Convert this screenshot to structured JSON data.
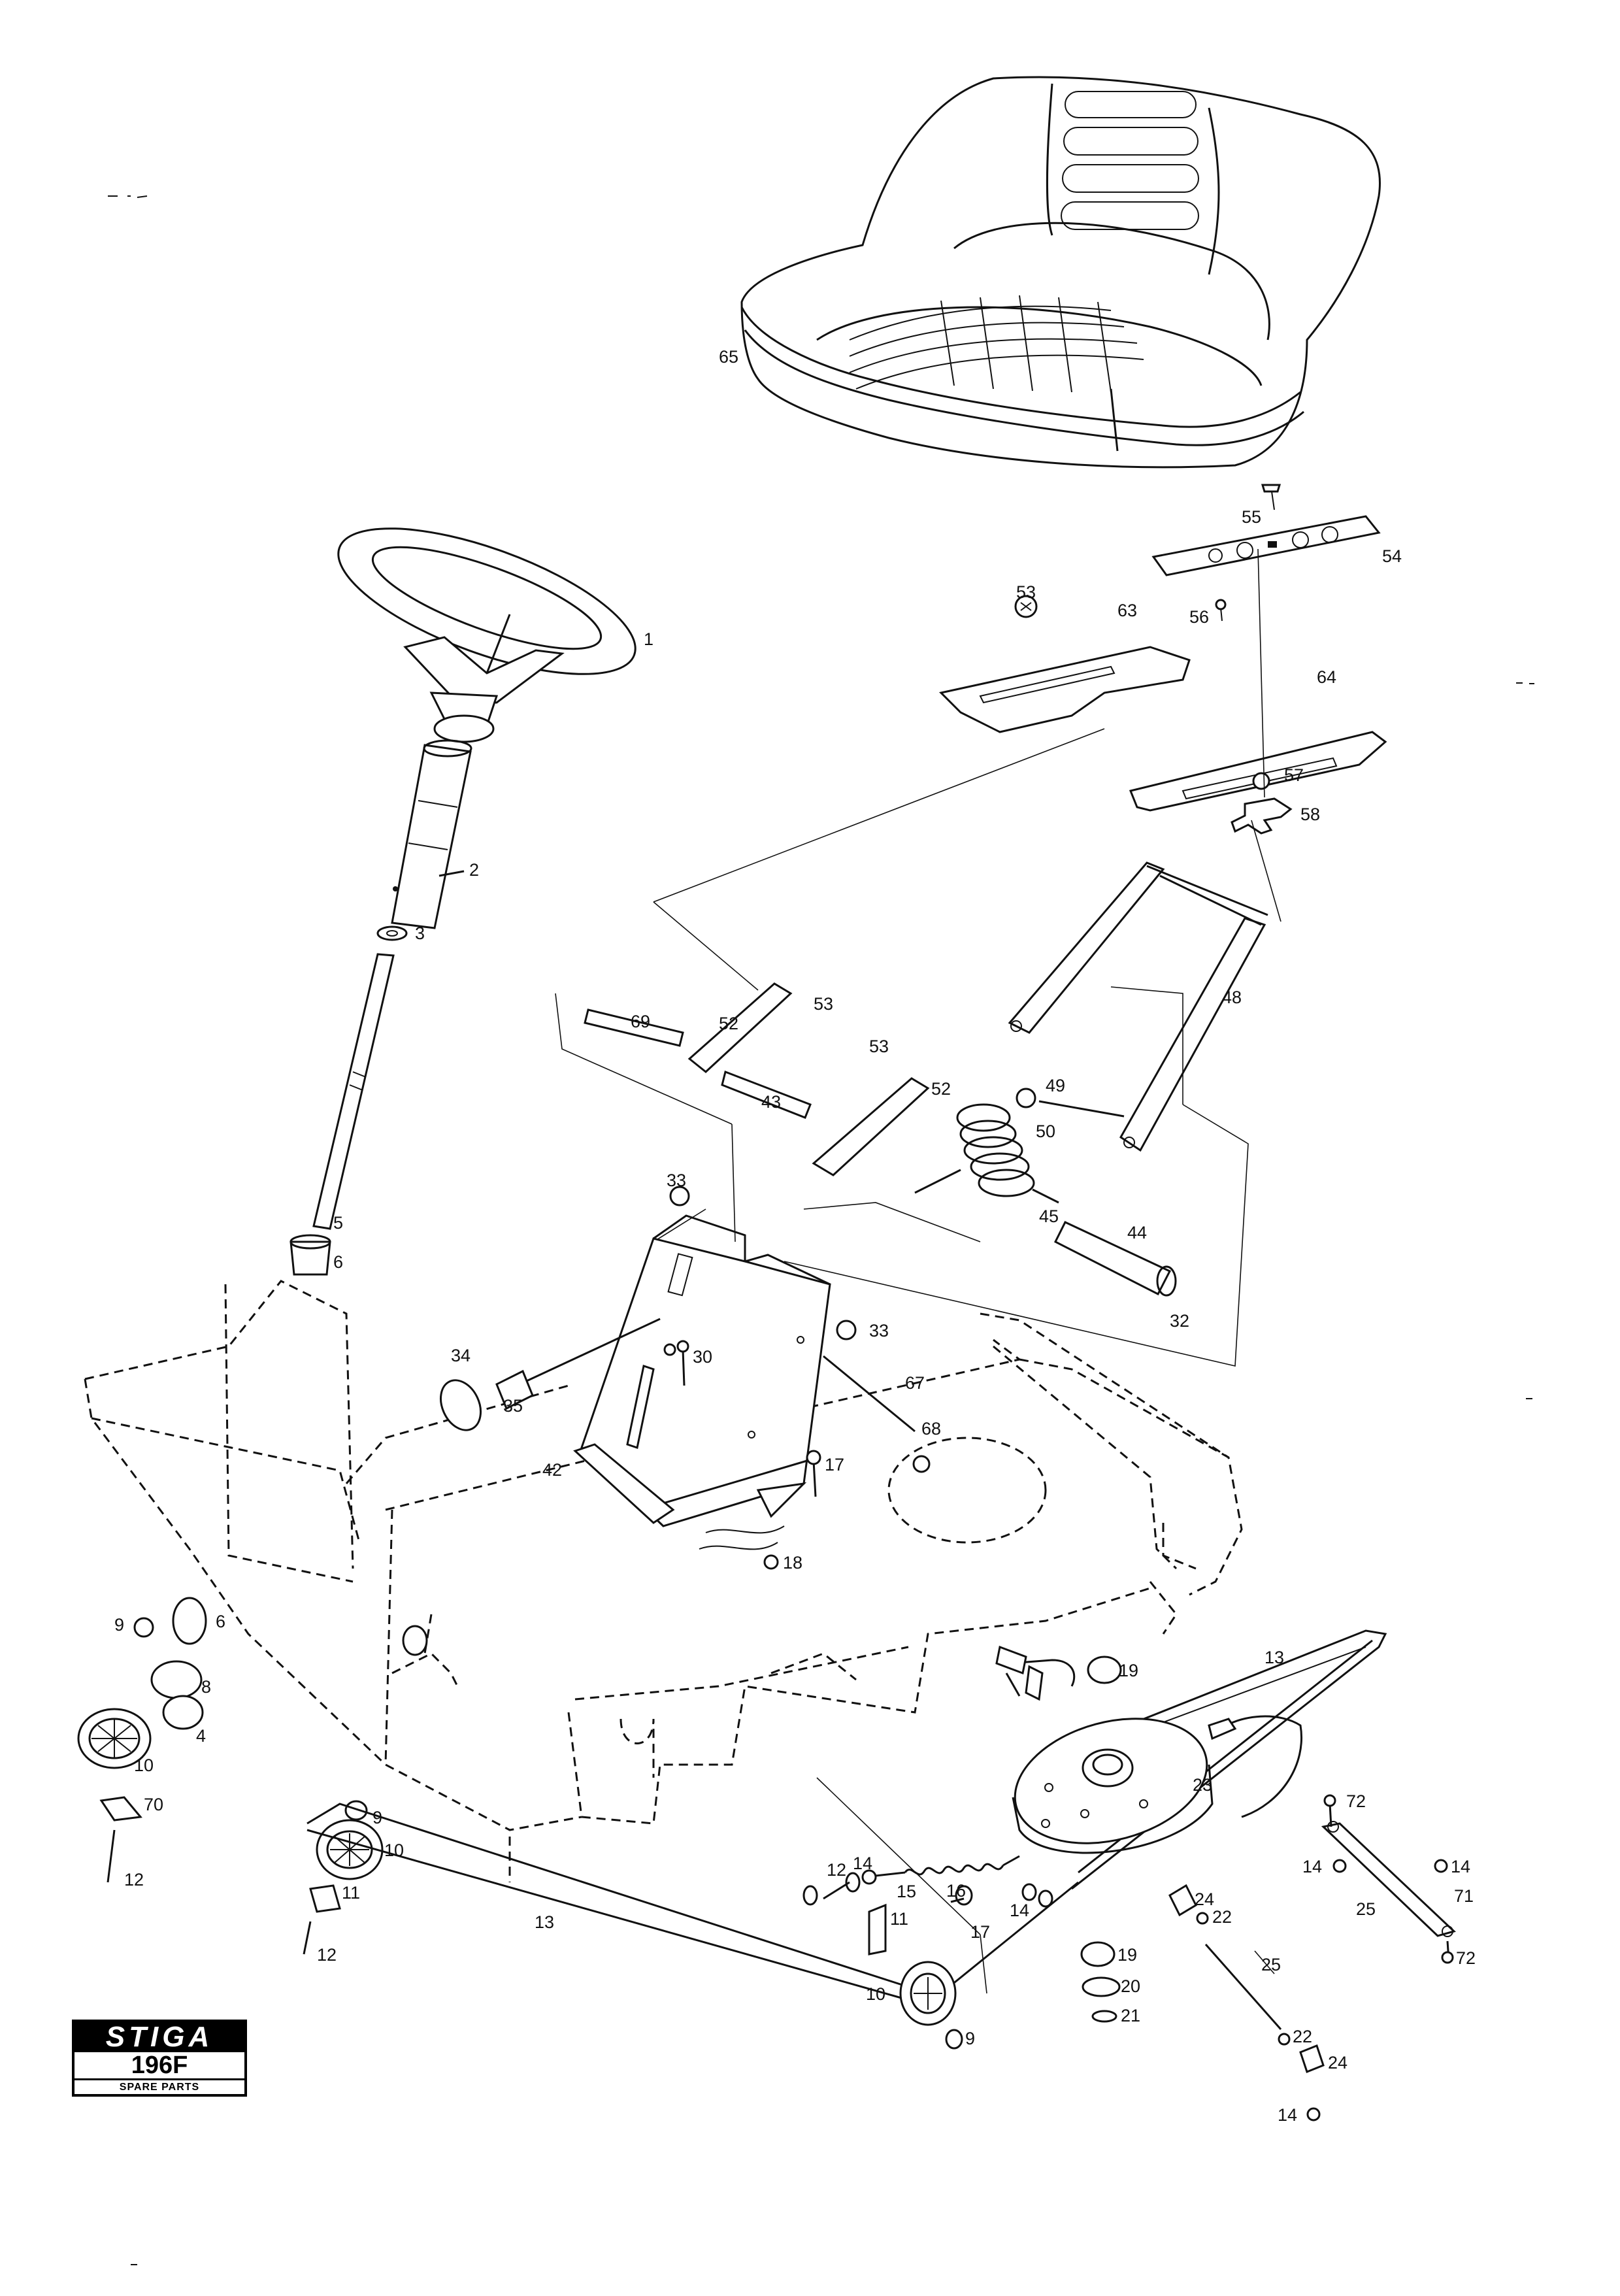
{
  "logo": {
    "brand": "STIGA",
    "model": "196F",
    "subtitle": "SPARE PARTS"
  },
  "callouts": [
    {
      "id": "c1",
      "text": "1"
    },
    {
      "id": "c2",
      "text": "2"
    },
    {
      "id": "c3",
      "text": "3"
    },
    {
      "id": "c4",
      "text": "4"
    },
    {
      "id": "c5",
      "text": "5"
    },
    {
      "id": "c6a",
      "text": "6"
    },
    {
      "id": "c6b",
      "text": "6"
    },
    {
      "id": "c8",
      "text": "8"
    },
    {
      "id": "c9a",
      "text": "9"
    },
    {
      "id": "c9b",
      "text": "9"
    },
    {
      "id": "c9c",
      "text": "9"
    },
    {
      "id": "c10a",
      "text": "10"
    },
    {
      "id": "c10b",
      "text": "10"
    },
    {
      "id": "c10c",
      "text": "10"
    },
    {
      "id": "c11a",
      "text": "11"
    },
    {
      "id": "c11b",
      "text": "11"
    },
    {
      "id": "c12a",
      "text": "12"
    },
    {
      "id": "c12b",
      "text": "12"
    },
    {
      "id": "c12c",
      "text": "12"
    },
    {
      "id": "c13a",
      "text": "13"
    },
    {
      "id": "c13b",
      "text": "13"
    },
    {
      "id": "c14a",
      "text": "14"
    },
    {
      "id": "c14b",
      "text": "14"
    },
    {
      "id": "c14c",
      "text": "14"
    },
    {
      "id": "c14d",
      "text": "14"
    },
    {
      "id": "c14e",
      "text": "14"
    },
    {
      "id": "c15",
      "text": "15"
    },
    {
      "id": "c16",
      "text": "16"
    },
    {
      "id": "c17a",
      "text": "17"
    },
    {
      "id": "c17b",
      "text": "17"
    },
    {
      "id": "c18",
      "text": "18"
    },
    {
      "id": "c19a",
      "text": "19"
    },
    {
      "id": "c19b",
      "text": "19"
    },
    {
      "id": "c20",
      "text": "20"
    },
    {
      "id": "c21",
      "text": "21"
    },
    {
      "id": "c22a",
      "text": "22"
    },
    {
      "id": "c22b",
      "text": "22"
    },
    {
      "id": "c23",
      "text": "23"
    },
    {
      "id": "c24a",
      "text": "24"
    },
    {
      "id": "c24b",
      "text": "24"
    },
    {
      "id": "c25a",
      "text": "25"
    },
    {
      "id": "c25b",
      "text": "25"
    },
    {
      "id": "c30",
      "text": "30"
    },
    {
      "id": "c32",
      "text": "32"
    },
    {
      "id": "c33a",
      "text": "33"
    },
    {
      "id": "c33b",
      "text": "33"
    },
    {
      "id": "c34",
      "text": "34"
    },
    {
      "id": "c35",
      "text": "35"
    },
    {
      "id": "c42",
      "text": "42"
    },
    {
      "id": "c43",
      "text": "43"
    },
    {
      "id": "c44",
      "text": "44"
    },
    {
      "id": "c45",
      "text": "45"
    },
    {
      "id": "c48",
      "text": "48"
    },
    {
      "id": "c49",
      "text": "49"
    },
    {
      "id": "c50",
      "text": "50"
    },
    {
      "id": "c52a",
      "text": "52"
    },
    {
      "id": "c52b",
      "text": "52"
    },
    {
      "id": "c53a",
      "text": "53"
    },
    {
      "id": "c53b",
      "text": "53"
    },
    {
      "id": "c53c",
      "text": "53"
    },
    {
      "id": "c54",
      "text": "54"
    },
    {
      "id": "c55",
      "text": "55"
    },
    {
      "id": "c56",
      "text": "56"
    },
    {
      "id": "c57",
      "text": "57"
    },
    {
      "id": "c58",
      "text": "58"
    },
    {
      "id": "c63",
      "text": "63"
    },
    {
      "id": "c64",
      "text": "64"
    },
    {
      "id": "c65",
      "text": "65"
    },
    {
      "id": "c67",
      "text": "67"
    },
    {
      "id": "c68",
      "text": "68"
    },
    {
      "id": "c69",
      "text": "69"
    },
    {
      "id": "c70",
      "text": "70"
    },
    {
      "id": "c71",
      "text": "71"
    },
    {
      "id": "c72a",
      "text": "72"
    },
    {
      "id": "c72b",
      "text": "72"
    }
  ]
}
